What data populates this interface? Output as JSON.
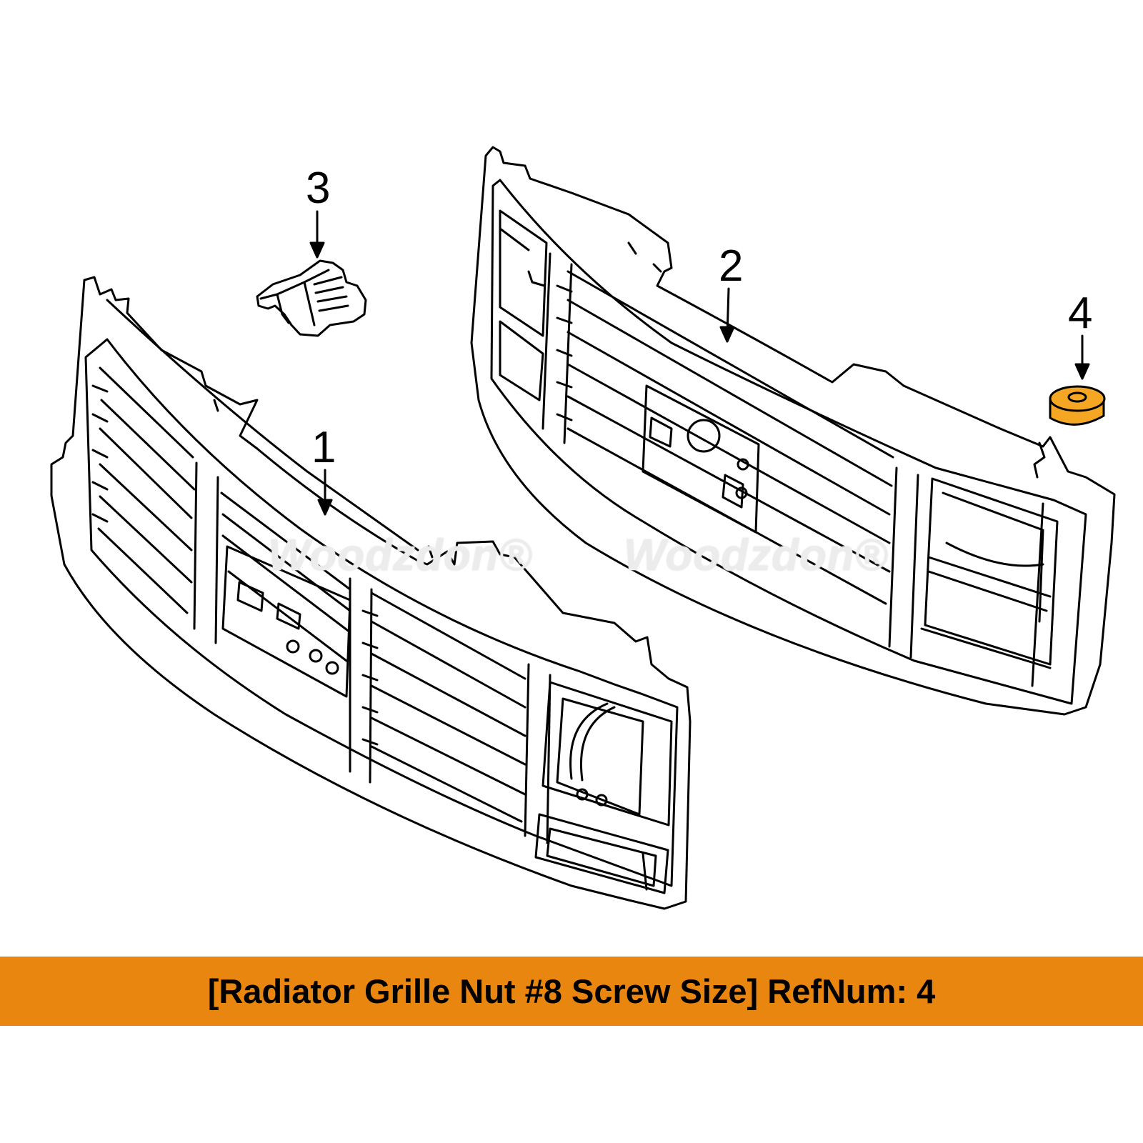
{
  "callouts": {
    "part1": "1",
    "part2": "2",
    "part3": "3",
    "part4": "4"
  },
  "watermark": {
    "text": "Woodzdon®"
  },
  "banner": {
    "text": "[Radiator Grille Nut #8 Screw Size] RefNum: 4"
  },
  "colors": {
    "banner_bg": "#E8860F",
    "highlight_part": "#F5A623",
    "line": "#000000"
  }
}
